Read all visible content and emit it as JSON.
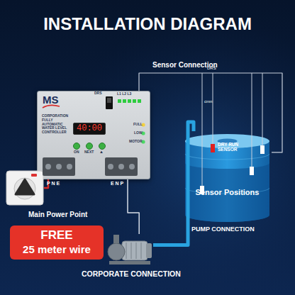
{
  "diagram": {
    "title": "INSTALLATION DIAGRAM",
    "nodes": [
      {
        "text": [
          "CORPORATION FULLY AUTOMATIC WATER LEVEL CONTROLLER"
        ]
      },
      {
        "text": [
          "40:00"
        ],
        "in": 0
      },
      {
        "text": [
          "Main Power Point"
        ]
      },
      {
        "text": [
          "Sensor Positions"
        ]
      },
      {
        "text": [
          "FREE",
          "25 meter wire"
        ]
      },
      {
        "text": [
          "CORPORATE CONNECTION"
        ]
      }
    ],
    "edges": [
      {
        "from": 2,
        "to": 0,
        "arrow": "none"
      },
      {
        "from": 0,
        "to": 5,
        "arrow": "none"
      },
      {
        "from": 5,
        "to": 3,
        "label": "PUMP CONNECTION",
        "arrow": "none"
      },
      {
        "from": 0,
        "to": 3,
        "label": "Sensor Connection",
        "arrow": "none"
      }
    ],
    "labels": [
      "MS",
      "DRS",
      "L1 L2 L3",
      "FULL",
      "LOW",
      "MOTOR",
      "ON",
      "NEXT",
      "▲",
      "P N E",
      "E N P",
      "DRS",
      "cmn",
      "DRY RUN SENSOR"
    ]
  }
}
